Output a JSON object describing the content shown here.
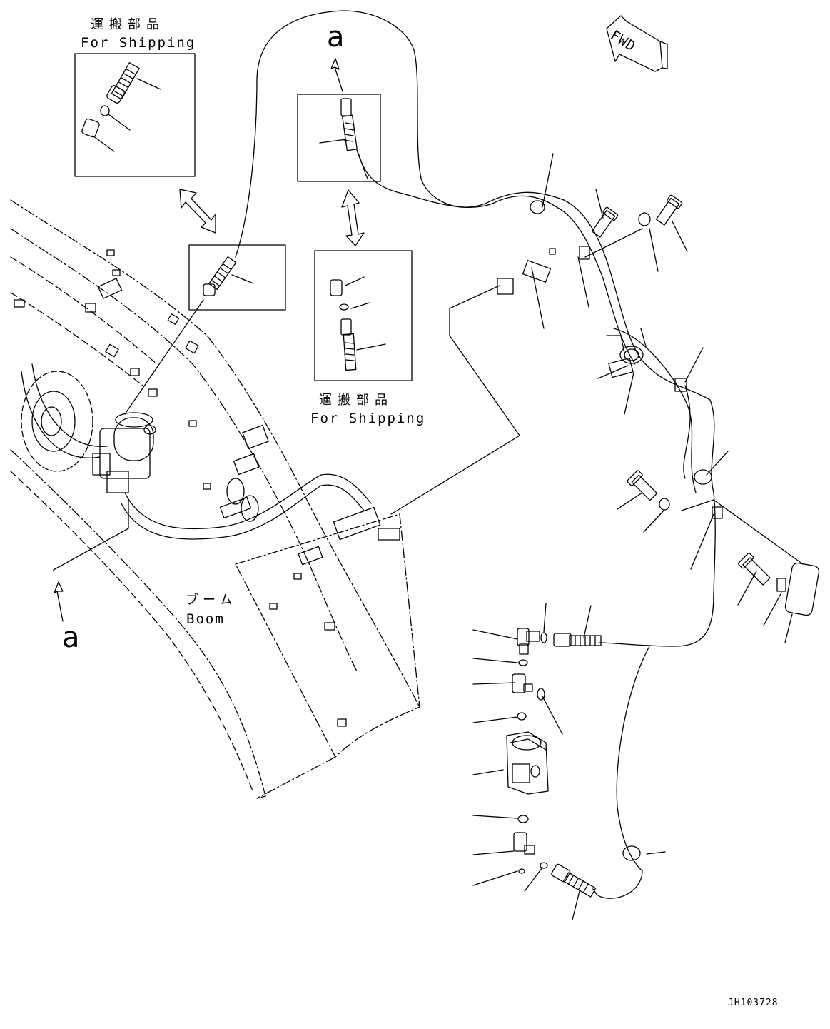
{
  "labels": {
    "ship_top_left_ja": "運搬部品",
    "ship_top_left_en": "For Shipping",
    "ship_center_ja": "運搬部品",
    "ship_center_en": "For Shipping",
    "boom_ja": "ブーム",
    "boom_en": "Boom",
    "view_marker_top": "a",
    "view_marker_bottom": "a",
    "fwd": "FWD",
    "drawing_code": "JH103728"
  }
}
